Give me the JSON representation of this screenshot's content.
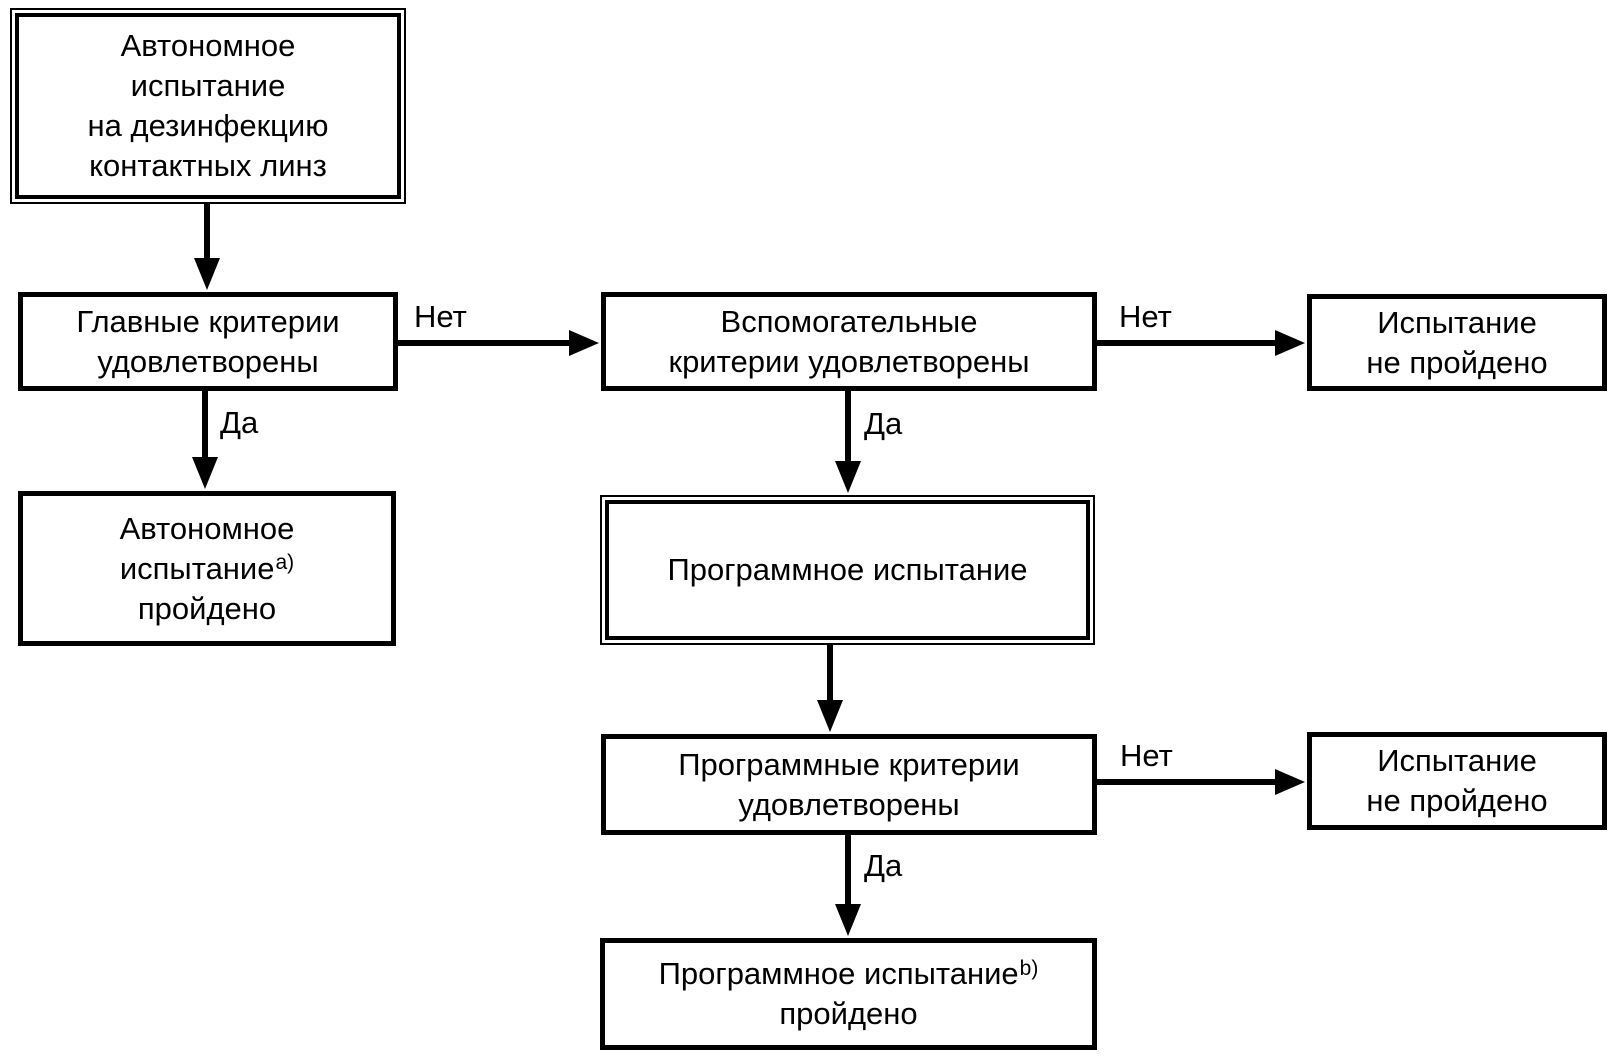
{
  "labels": {
    "yes": "Да",
    "no": "Нет"
  },
  "colors": {
    "ink": "#000000",
    "background": "#ffffff"
  },
  "nodes": {
    "start": {
      "lines": [
        "Автономное",
        "испытание",
        "на дезинфекцию",
        "контактных линз"
      ]
    },
    "main_criteria": {
      "lines": [
        "Главные критерии",
        "удовлетворены"
      ]
    },
    "aux_criteria": {
      "lines": [
        "Вспомогательные",
        "критерии удовлетворены"
      ]
    },
    "test_failed_top": {
      "lines": [
        "Испытание",
        "не пройдено"
      ]
    },
    "autonomous_passed": {
      "lines": [
        "Автономное",
        "испытание",
        "пройдено"
      ],
      "sup": "a)"
    },
    "program_test": {
      "lines": [
        "Программное испытание"
      ]
    },
    "program_criteria": {
      "lines": [
        "Программные критерии",
        "удовлетворены"
      ]
    },
    "test_failed_bottom": {
      "lines": [
        "Испытание",
        "не пройдено"
      ]
    },
    "program_passed": {
      "lines": [
        "Программное испытание",
        "пройдено"
      ],
      "sup": "b)"
    }
  }
}
